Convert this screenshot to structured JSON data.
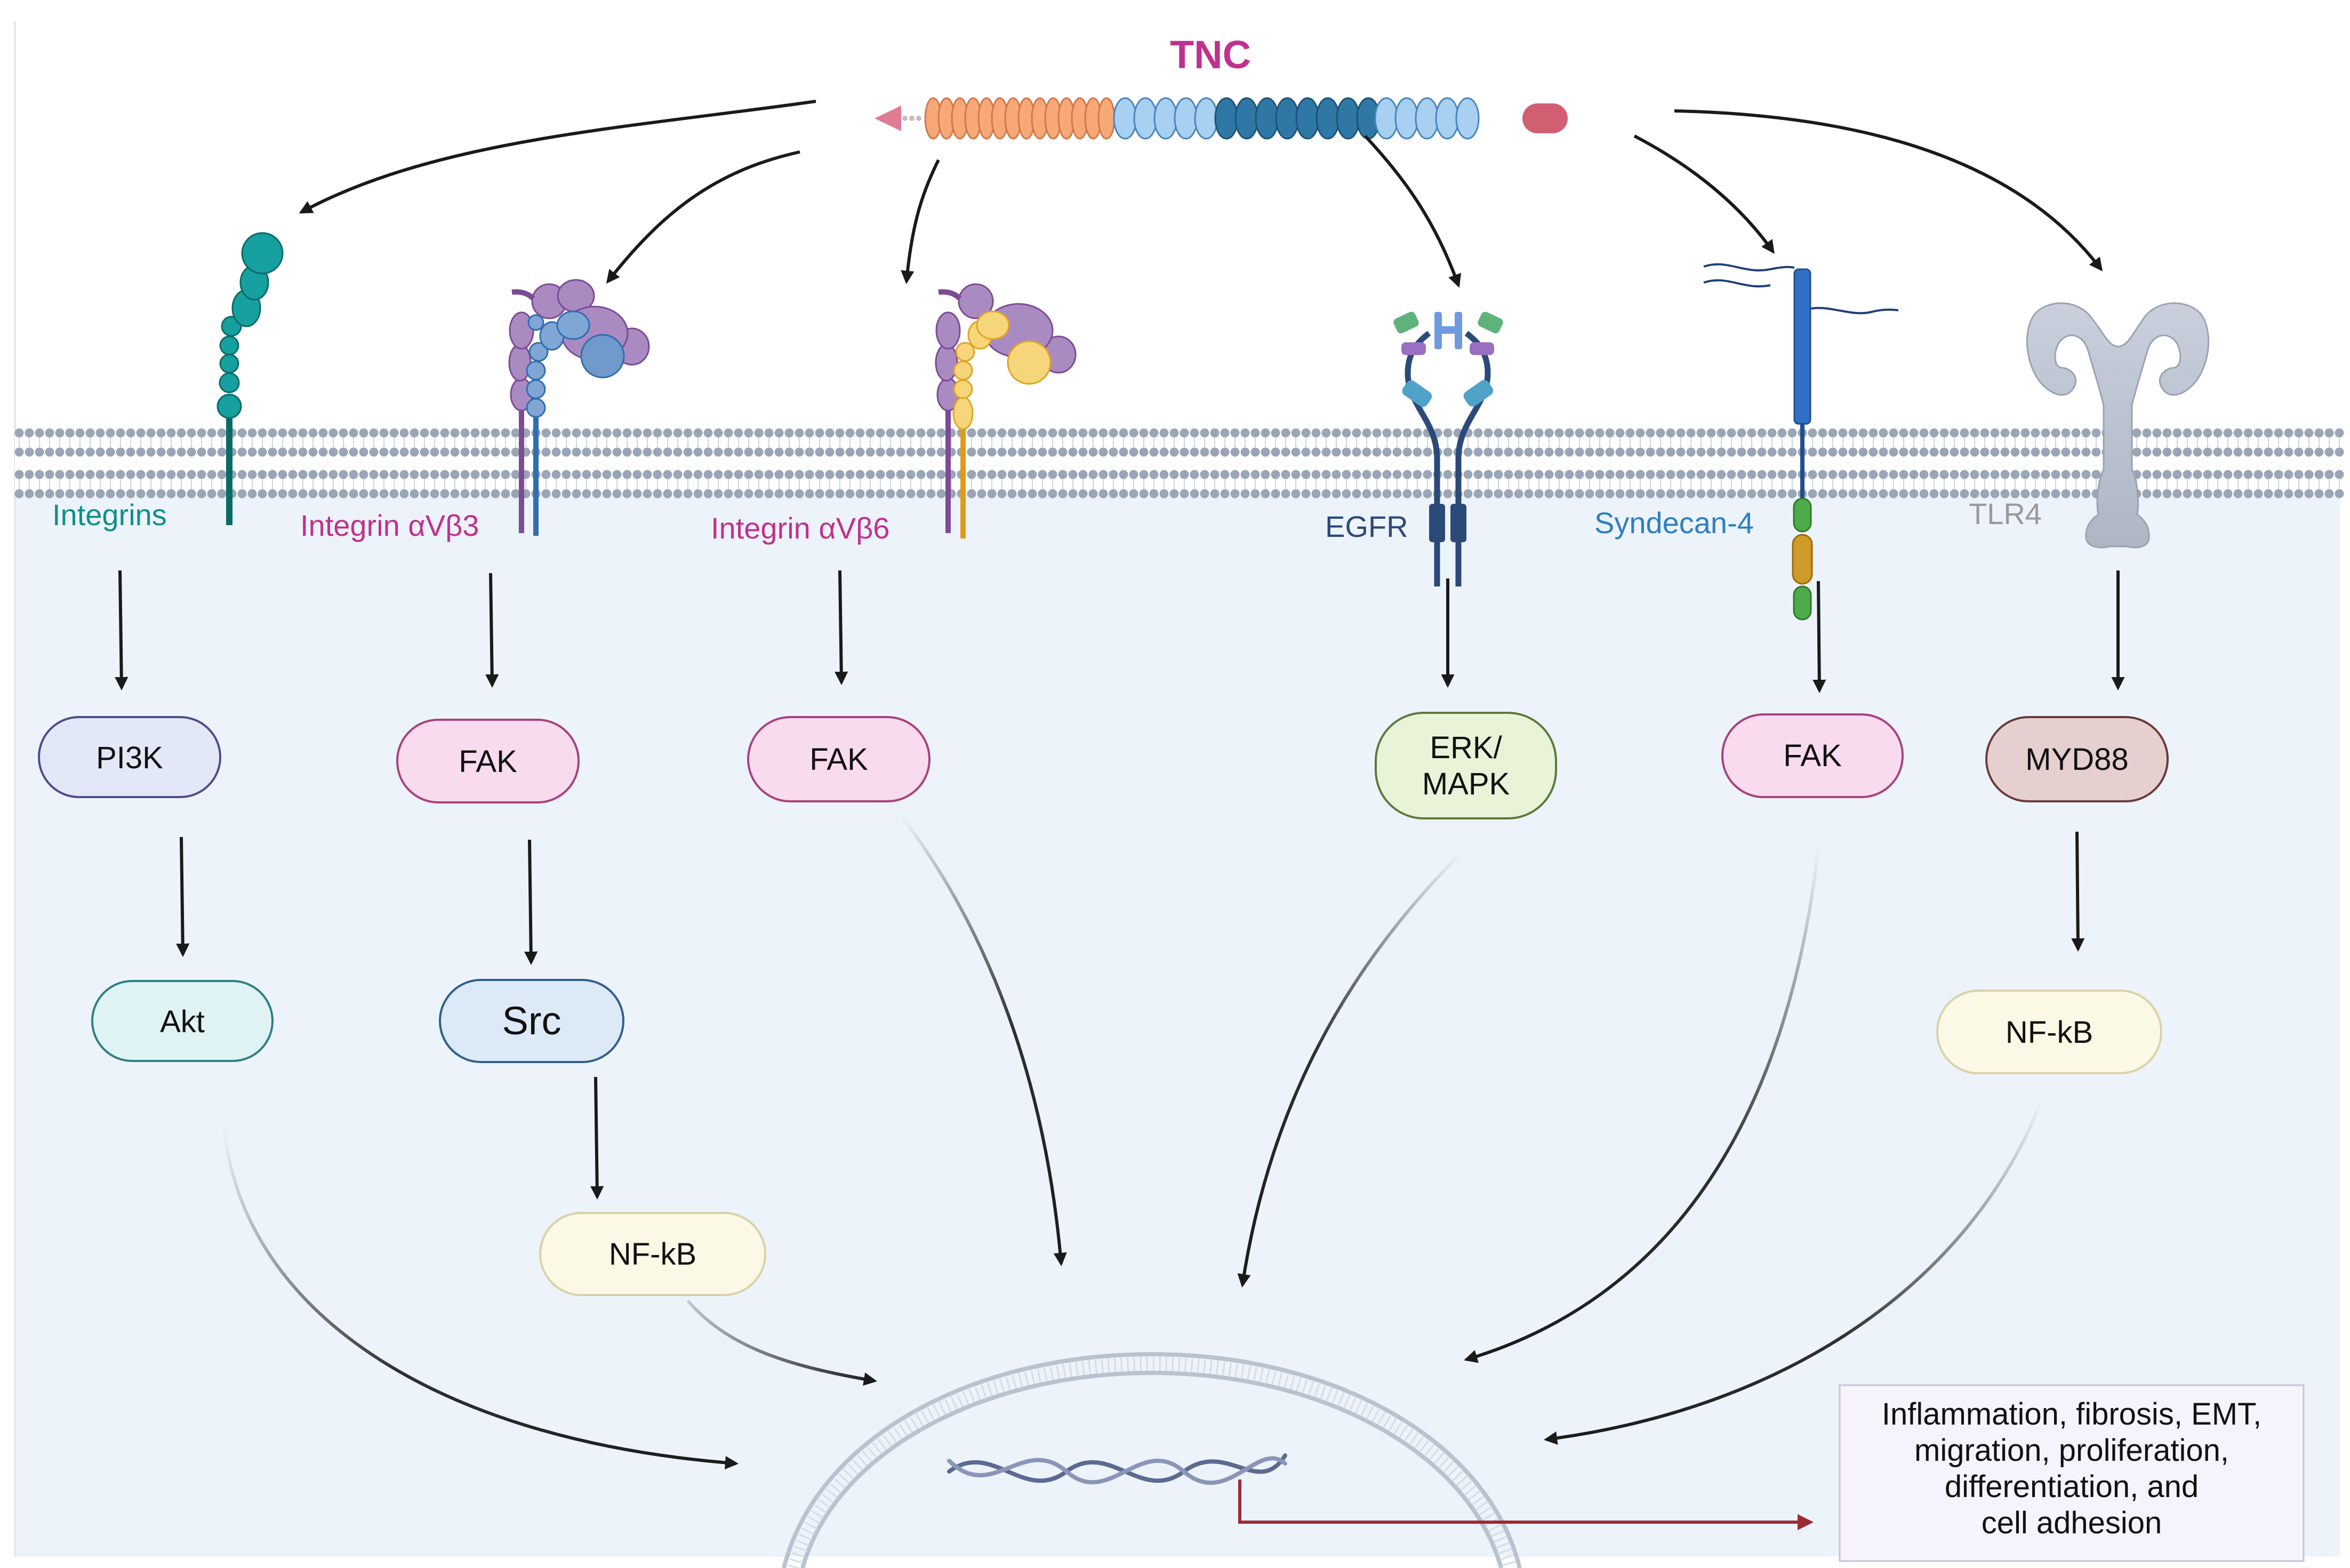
{
  "title": "TNC",
  "colors": {
    "tnc_title": "#c0318f",
    "integrins": "#0f8f8c",
    "integrin_magenta": "#c0318f",
    "egfr": "#2c4a78",
    "syndecan": "#2f7fc0",
    "tlr4": "#9a9a9a",
    "output_arrow": "#9c2b34",
    "cytoplasm": "#edf3fb"
  },
  "receptors": {
    "integrins": "Integrins",
    "integrin_avb3": "Integrin αVβ3",
    "integrin_avb6": "Integrin αVβ6",
    "egfr": "EGFR",
    "syndecan4": "Syndecan-4",
    "tlr4": "TLR4"
  },
  "signaling": {
    "pi3k": "PI3K",
    "akt": "Akt",
    "fak_1": "FAK",
    "src": "Src",
    "nfkb_1": "NF-kB",
    "fak_2": "FAK",
    "erk_line1": "ERK/",
    "erk_line2": "MAPK",
    "fak_3": "FAK",
    "myd88": "MYD88",
    "nfkb_2": "NF-kB"
  },
  "outcome": {
    "line1": "Inflammation, fibrosis, EMT,",
    "line2": "migration, proliferation,",
    "line3": "differentiation, and",
    "line4": "cell adhesion"
  }
}
